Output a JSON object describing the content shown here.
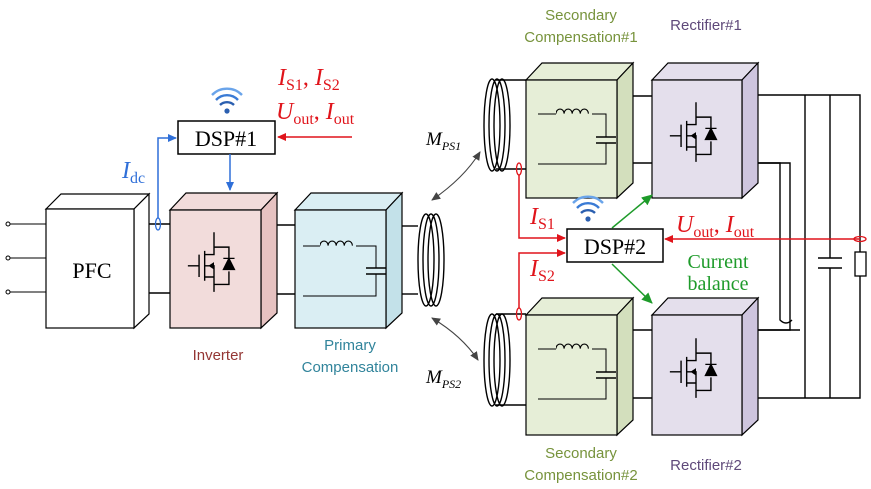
{
  "colors": {
    "accent_red": "#e0141b",
    "accent_blue": "#2f6fd8",
    "accent_green": "#1e9b2a",
    "inverter_fill": "#f2dcdb",
    "primary_comp_fill": "#daeef3",
    "secondary_comp_fill": "#e6eed7",
    "rectifier_fill": "#e4dfec",
    "inverter_label": "#943634",
    "primary_label": "#31849b",
    "secondary_label": "#77933c",
    "rectifier_label": "#5f497a"
  },
  "blocks": {
    "pfc": "PFC",
    "dsp1": "DSP#1",
    "dsp2": "DSP#2"
  },
  "labels": {
    "inverter": "Inverter",
    "primary_comp_line1": "Primary",
    "primary_comp_line2": "Compensation",
    "sec_comp1_line1": "Secondary",
    "sec_comp1_line2": "Compensation#1",
    "sec_comp2_line1": "Secondary",
    "sec_comp2_line2": "Compensation#2",
    "rectifier1": "Rectifier#1",
    "rectifier2": "Rectifier#2",
    "current_balance_line1": "Current",
    "current_balance_line2": "balance"
  },
  "signals": {
    "dsp1_input_line1": {
      "a": "I",
      "a_sub": "S1",
      "sep": ", ",
      "b": "I",
      "b_sub": "S2"
    },
    "dsp1_input_line2": {
      "a": "U",
      "a_sub": "out",
      "sep": ", ",
      "b": "I",
      "b_sub": "out"
    },
    "idc": {
      "a": "I",
      "a_sub": "dc"
    },
    "is1": {
      "a": "I",
      "a_sub": "S1"
    },
    "is2": {
      "a": "I",
      "a_sub": "S2"
    },
    "dsp2_input": {
      "a": "U",
      "a_sub": "out",
      "sep": ", ",
      "b": "I",
      "b_sub": "out"
    },
    "mps1": {
      "a": "M",
      "a_sub": "PS1"
    },
    "mps2": {
      "a": "M",
      "a_sub": "PS2"
    }
  },
  "icons": [
    "wifi-icon-dsp1",
    "wifi-icon-dsp2",
    "mosfet-icon",
    "inductor-icon",
    "capacitor-icon",
    "resistor-icon",
    "coil-icon"
  ]
}
